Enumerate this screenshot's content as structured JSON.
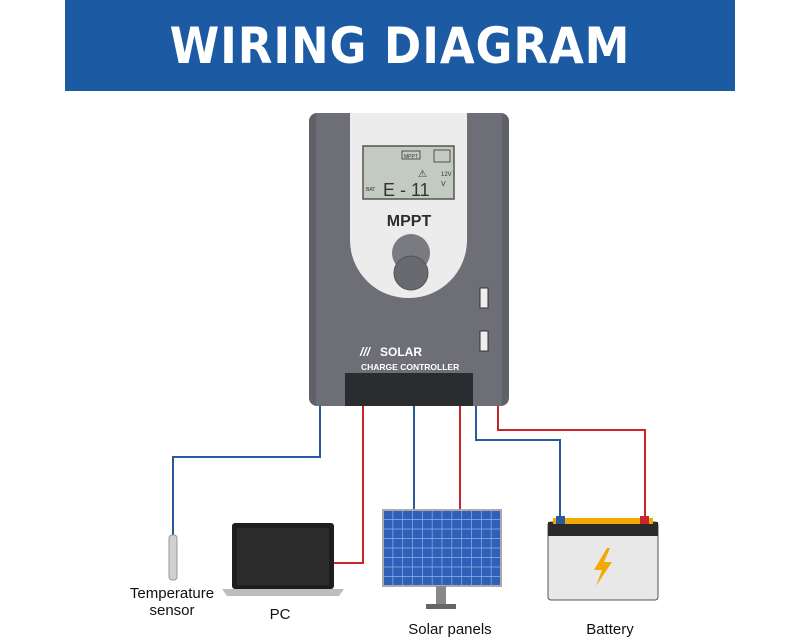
{
  "title": "WIRING DIAGRAM",
  "device": {
    "lcd_bat": "BAT",
    "lcd_reading": "E - 11",
    "lcd_unit": "V",
    "lcd_voltage": "12V",
    "lcd_mppt": "MPPT",
    "model": "MPPT",
    "brand": "SOLAR",
    "subtitle": "CHARGE CONTROLLER"
  },
  "components": [
    {
      "label": "Temperature sensor"
    },
    {
      "label": "PC"
    },
    {
      "label": "Solar panels"
    },
    {
      "label": "Battery"
    }
  ],
  "colors": {
    "banner": "#1c5aa3",
    "positive_wire": "#c8262c",
    "negative_wire": "#2a5a9c"
  }
}
